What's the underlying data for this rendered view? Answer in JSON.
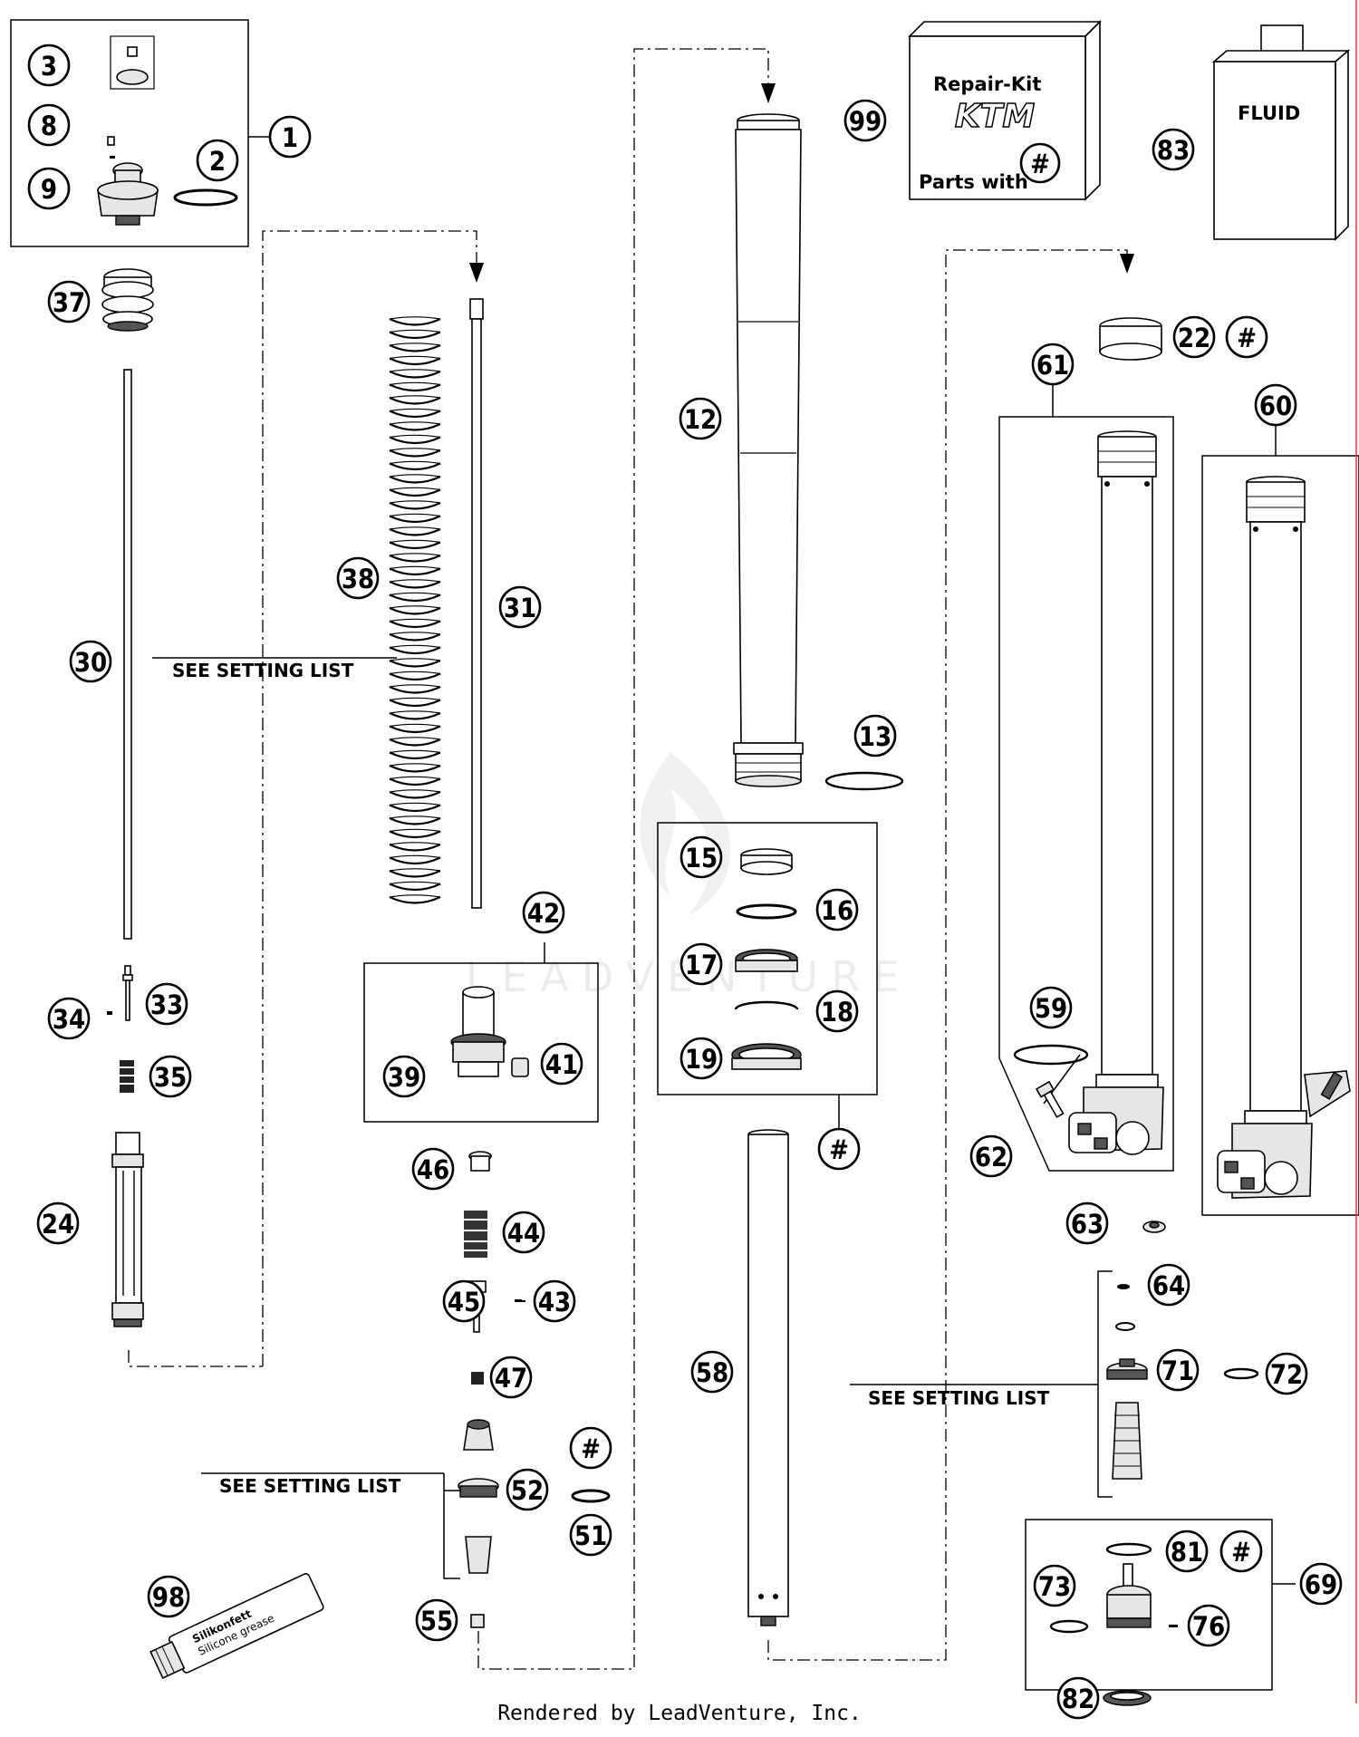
{
  "callouts": [
    "1",
    "2",
    "3",
    "8",
    "9",
    "37",
    "30",
    "38",
    "31",
    "33",
    "34",
    "35",
    "24",
    "12",
    "99",
    "83",
    "13",
    "22",
    "#",
    "61",
    "60",
    "42",
    "39",
    "41",
    "15",
    "16",
    "17",
    "18",
    "19",
    "#",
    "59",
    "62",
    "46",
    "44",
    "45",
    "43",
    "58",
    "63",
    "64",
    "71",
    "72",
    "47",
    "#",
    "52",
    "51",
    "98",
    "55",
    "81",
    "#",
    "73",
    "76",
    "69",
    "82"
  ],
  "kit": {
    "title": "Repair-Kit",
    "brand": "KTM",
    "parts_with": "Parts with",
    "hash": "#"
  },
  "fluid_label": "FLUID",
  "setting_labels": [
    "SEE SETTING LIST",
    "SEE SETTING LIST",
    "SEE SETTING LIST"
  ],
  "tube_text": {
    "line1": "Silikonfett",
    "line2": "Silicone grease"
  },
  "watermark": "LEADVENTURE",
  "footer": "Rendered by LeadVenture, Inc."
}
